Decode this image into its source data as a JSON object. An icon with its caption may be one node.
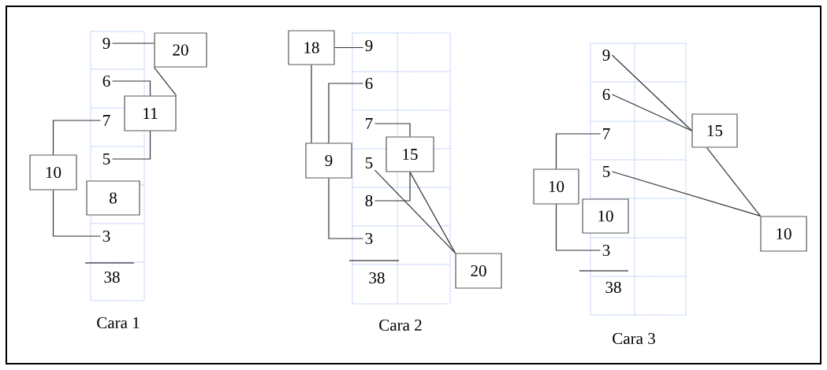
{
  "diagram": {
    "nodes": [
      {
        "text": [
          "9"
        ]
      },
      {
        "text": [
          "20"
        ]
      },
      {
        "text": [
          "6"
        ]
      },
      {
        "text": [
          "11"
        ]
      },
      {
        "text": [
          "7"
        ]
      },
      {
        "text": [
          "10"
        ]
      },
      {
        "text": [
          "5"
        ]
      },
      {
        "text": [
          "8"
        ]
      },
      {
        "text": [
          "3"
        ]
      },
      {
        "text": [
          "18"
        ]
      },
      {
        "text": [
          "9"
        ]
      },
      {
        "text": [
          "6"
        ]
      },
      {
        "text": [
          "7"
        ]
      },
      {
        "text": [
          "9"
        ]
      },
      {
        "text": [
          "15"
        ]
      },
      {
        "text": [
          "5"
        ]
      },
      {
        "text": [
          "8"
        ]
      },
      {
        "text": [
          "3"
        ]
      },
      {
        "text": [
          "20"
        ]
      },
      {
        "text": [
          "9"
        ]
      },
      {
        "text": [
          "6"
        ]
      },
      {
        "text": [
          "15"
        ]
      },
      {
        "text": [
          "7"
        ]
      },
      {
        "text": [
          "10"
        ]
      },
      {
        "text": [
          "5"
        ]
      },
      {
        "text": [
          "10"
        ]
      },
      {
        "text": [
          "10"
        ]
      },
      {
        "text": [
          "3"
        ]
      }
    ],
    "edges": [
      {
        "from": 0,
        "to": 1,
        "arrow": "none"
      },
      {
        "from": 2,
        "to": 3,
        "arrow": "none"
      },
      {
        "from": 6,
        "to": 3,
        "arrow": "none"
      },
      {
        "from": 3,
        "to": 1,
        "arrow": "none"
      },
      {
        "from": 4,
        "to": 5,
        "arrow": "none"
      },
      {
        "from": 8,
        "to": 5,
        "arrow": "none"
      },
      {
        "from": 9,
        "to": 10,
        "arrow": "none"
      },
      {
        "from": 9,
        "to": 13,
        "arrow": "none"
      },
      {
        "from": 11,
        "to": 13,
        "arrow": "none"
      },
      {
        "from": 17,
        "to": 13,
        "arrow": "none"
      },
      {
        "from": 12,
        "to": 14,
        "arrow": "none"
      },
      {
        "from": 16,
        "to": 14,
        "arrow": "none"
      },
      {
        "from": 15,
        "to": 18,
        "arrow": "none"
      },
      {
        "from": 14,
        "to": 18,
        "arrow": "none"
      },
      {
        "from": 19,
        "to": 21,
        "arrow": "none"
      },
      {
        "from": 20,
        "to": 21,
        "arrow": "none"
      },
      {
        "from": 21,
        "to": 26,
        "arrow": "none"
      },
      {
        "from": 24,
        "to": 26,
        "arrow": "none"
      },
      {
        "from": 22,
        "to": 23,
        "arrow": "none"
      },
      {
        "from": 27,
        "to": 23,
        "arrow": "none"
      }
    ],
    "labels": [
      "38",
      "Cara 1",
      "38",
      "Cara 2",
      "38",
      "Cara 3"
    ]
  }
}
